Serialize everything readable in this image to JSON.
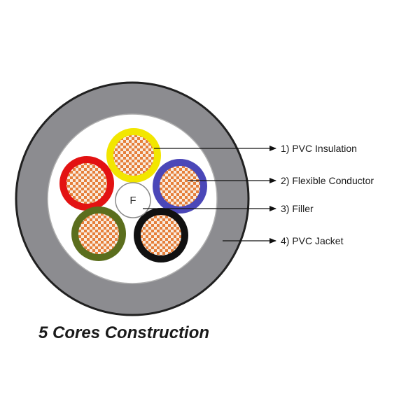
{
  "title": "5 Cores Construction",
  "filler_symbol": "F",
  "labels": [
    {
      "id": "pvc-insulation",
      "text": "1) PVC Insulation"
    },
    {
      "id": "flexible-conductor",
      "text": "2) Flexible Conductor"
    },
    {
      "id": "filler",
      "text": "3) Filler"
    },
    {
      "id": "pvc-jacket",
      "text": "4) PVC Jacket"
    }
  ],
  "cores": [
    {
      "id": "core-yellow",
      "color": "#f2e600"
    },
    {
      "id": "core-blue",
      "color": "#4b47b8"
    },
    {
      "id": "core-red",
      "color": "#e31212"
    },
    {
      "id": "core-green",
      "color": "#5b6e1d"
    },
    {
      "id": "core-black",
      "color": "#111111"
    }
  ],
  "colors": {
    "jacket": "#8c8c90",
    "jacket_outline": "#202020",
    "inner_fill": "#ffffff",
    "conductor_orange": "#e67f3a",
    "conductor_light": "#f8ece0",
    "arrow": "#111111"
  }
}
